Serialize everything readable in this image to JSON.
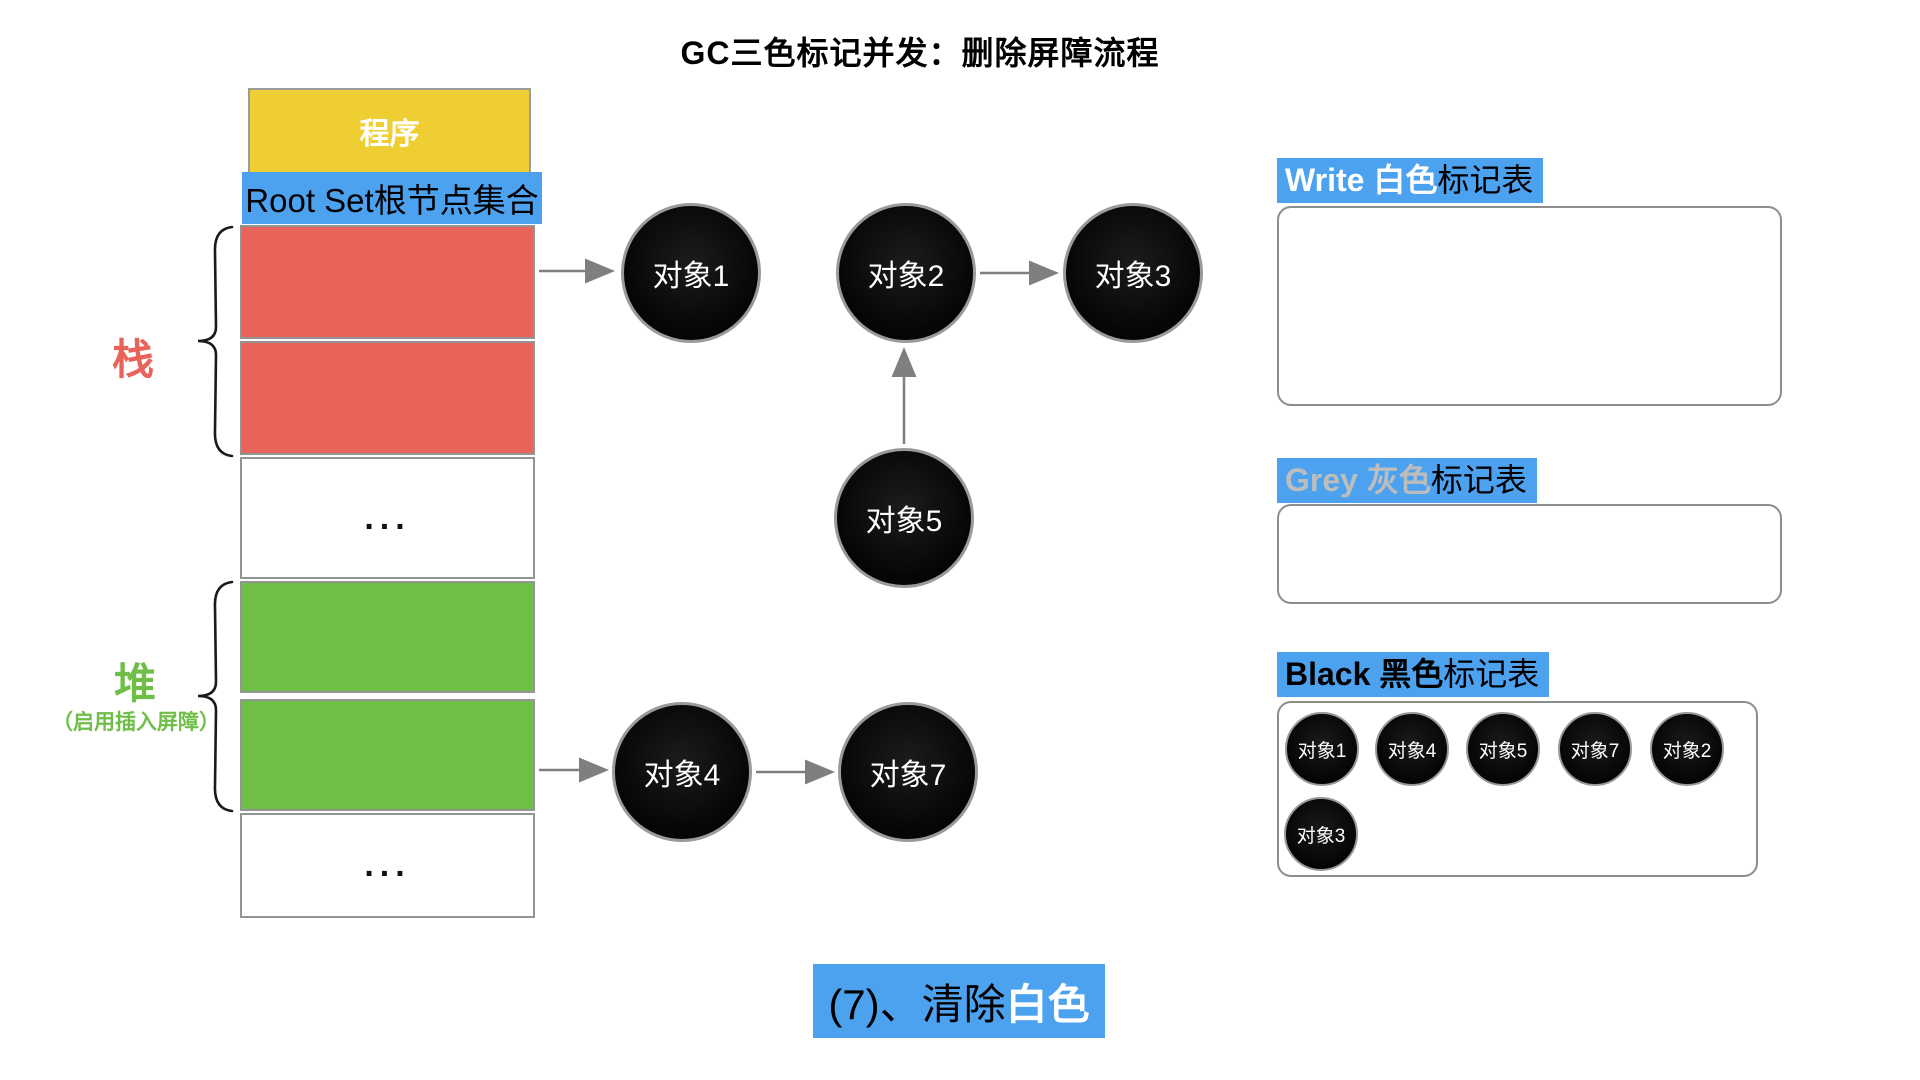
{
  "title": "GC三色标记并发：删除屏障流程",
  "colors": {
    "accent_blue": "#4DA2F0",
    "stack_red": "#E8635A",
    "heap_green": "#6EBE48",
    "program_yellow": "#EFCE33",
    "grey_label_text": "#BDBDBD",
    "arrow_grey": "#7f7f7f"
  },
  "memory_column": {
    "program": "程序",
    "root_set": "Root Set根节点集合",
    "stack_label": "栈",
    "heap_label": "堆",
    "heap_sublabel": "（启用插入屏障）",
    "ellipsis_top": "...",
    "ellipsis_bottom": "..."
  },
  "graph_nodes": {
    "n1": "对象1",
    "n2": "对象2",
    "n3": "对象3",
    "n4": "对象4",
    "n5": "对象5",
    "n7": "对象7"
  },
  "mark_tables": {
    "white": {
      "label_strong": "Write 白色",
      "label_rest": "标记表",
      "items": []
    },
    "grey": {
      "label_strong": "Grey 灰色",
      "label_rest": "标记表",
      "items": []
    },
    "black": {
      "label_strong": "Black 黑色",
      "label_rest": "标记表",
      "items": [
        "对象1",
        "对象4",
        "对象5",
        "对象7",
        "对象2",
        "对象3"
      ]
    }
  },
  "caption": {
    "prefix": "(7)、清除",
    "highlight": "白色"
  }
}
